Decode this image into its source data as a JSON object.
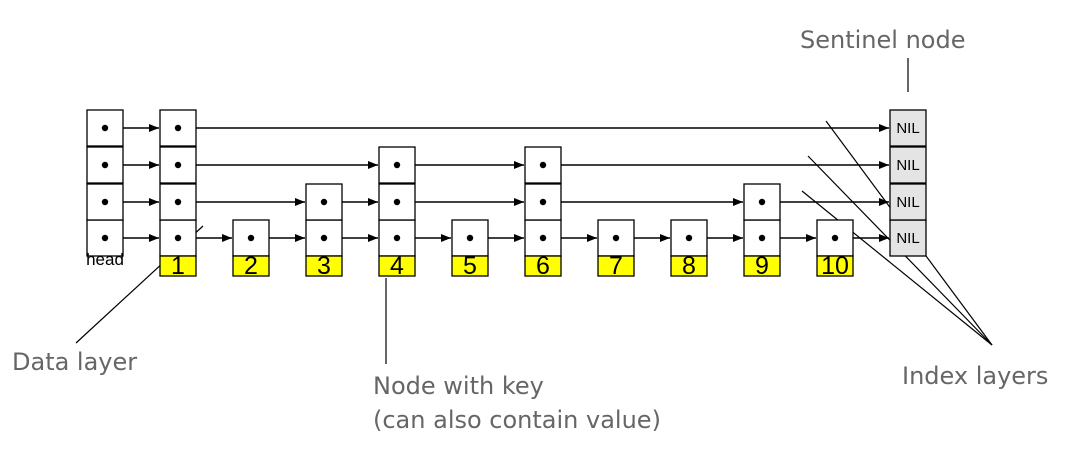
{
  "labels": {
    "head": "head",
    "sentinel": "Sentinel node",
    "data_layer": "Data layer",
    "node_with_key_line1": "Node with key",
    "node_with_key_line2": "(can also contain value)",
    "index_layers": "Index layers",
    "nil": "NIL"
  },
  "colors": {
    "key_fill": "#ffff00",
    "sentinel_fill": "#e4e4e4",
    "annotation_text": "#666666"
  },
  "nodes": [
    {
      "key": "1",
      "levels": 4
    },
    {
      "key": "2",
      "levels": 1
    },
    {
      "key": "3",
      "levels": 2
    },
    {
      "key": "4",
      "levels": 3
    },
    {
      "key": "5",
      "levels": 1
    },
    {
      "key": "6",
      "levels": 3
    },
    {
      "key": "7",
      "levels": 1
    },
    {
      "key": "8",
      "levels": 1
    },
    {
      "key": "9",
      "levels": 2
    },
    {
      "key": "10",
      "levels": 1
    }
  ]
}
